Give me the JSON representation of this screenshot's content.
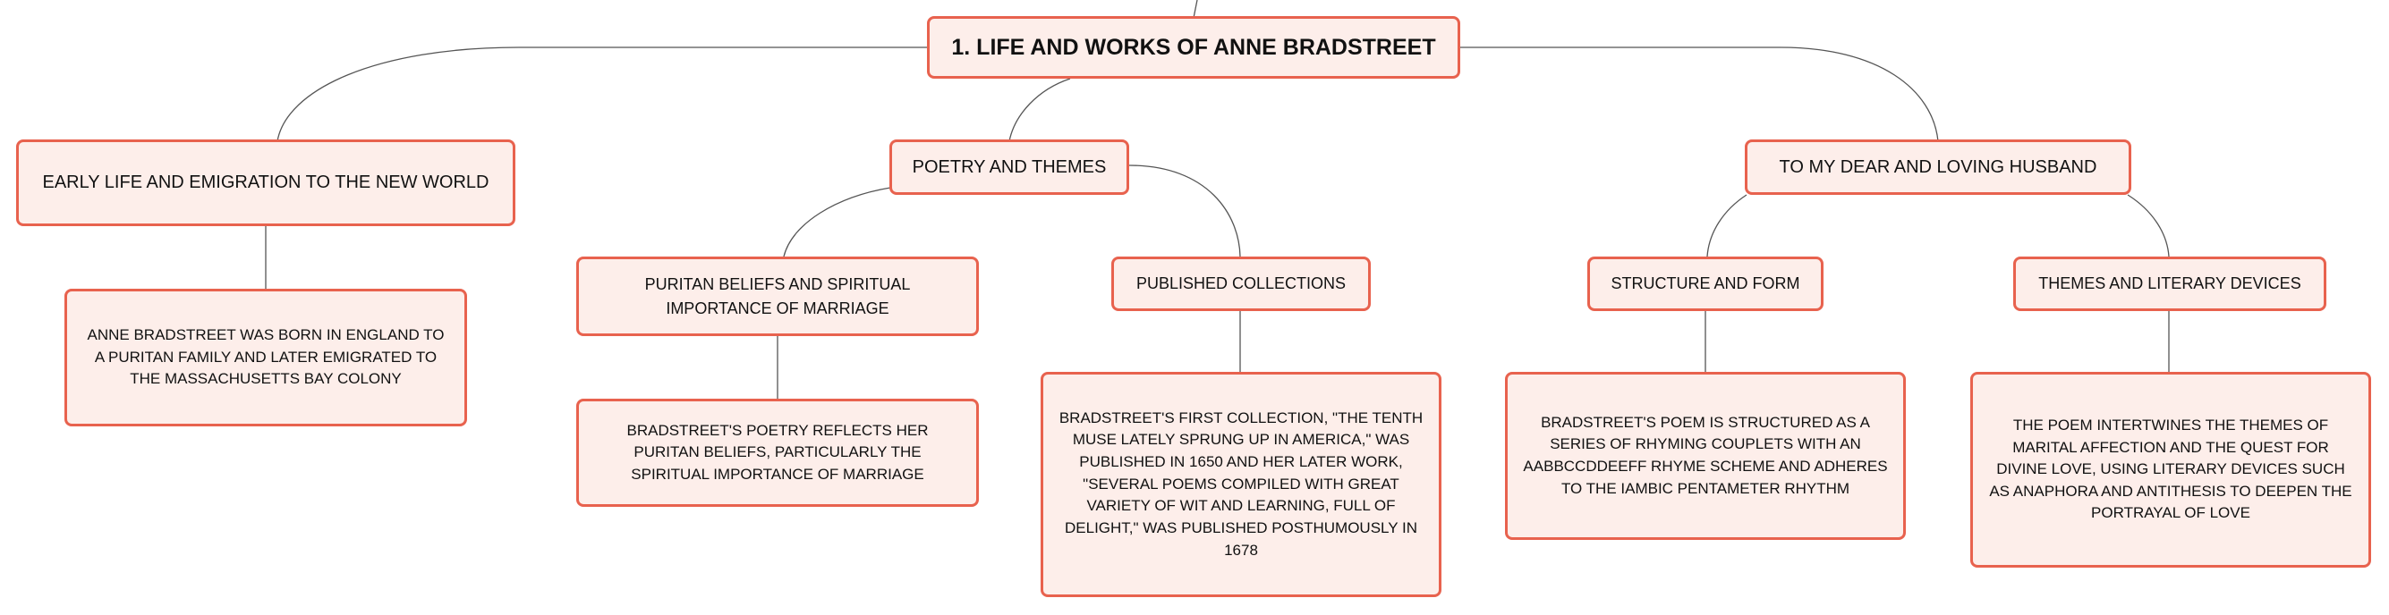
{
  "colors": {
    "node_fill": "#fdeeea",
    "node_border": "#e8624e",
    "connector": "#555555"
  },
  "mindmap": {
    "root": {
      "label": "1. LIFE AND WORKS OF ANNE BRADSTREET"
    },
    "early_life": {
      "label": "EARLY LIFE AND EMIGRATION TO THE NEW WORLD",
      "detail": "ANNE BRADSTREET WAS BORN IN ENGLAND TO A PURITAN FAMILY AND LATER EMIGRATED TO THE MASSACHUSETTS BAY COLONY"
    },
    "poetry": {
      "label": "POETRY AND THEMES",
      "puritan": {
        "label": "PURITAN BELIEFS AND SPIRITUAL IMPORTANCE OF MARRIAGE",
        "detail": "BRADSTREET'S POETRY REFLECTS HER PURITAN BELIEFS, PARTICULARLY THE SPIRITUAL IMPORTANCE OF MARRIAGE"
      },
      "collections": {
        "label": "PUBLISHED COLLECTIONS",
        "detail": "BRADSTREET'S FIRST COLLECTION, \"THE TENTH MUSE LATELY SPRUNG UP IN AMERICA,\" WAS PUBLISHED IN 1650 AND HER LATER WORK, \"SEVERAL POEMS COMPILED WITH GREAT VARIETY OF WIT AND LEARNING, FULL OF DELIGHT,\" WAS PUBLISHED POSTHUMOUSLY IN 1678"
      }
    },
    "husband": {
      "label": "TO MY DEAR AND LOVING HUSBAND",
      "structure": {
        "label": "STRUCTURE AND FORM",
        "detail": "BRADSTREET'S POEM IS STRUCTURED AS A SERIES OF RHYMING COUPLETS WITH AN AABBCCDDEEFF RHYME SCHEME AND ADHERES TO THE IAMBIC PENTAMETER RHYTHM"
      },
      "themes": {
        "label": "THEMES AND LITERARY DEVICES",
        "detail": "THE POEM INTERTWINES THE THEMES OF MARITAL AFFECTION AND THE QUEST FOR DIVINE LOVE, USING LITERARY DEVICES SUCH AS ANAPHORA AND ANTITHESIS TO DEEPEN THE PORTRAYAL OF LOVE"
      }
    }
  }
}
